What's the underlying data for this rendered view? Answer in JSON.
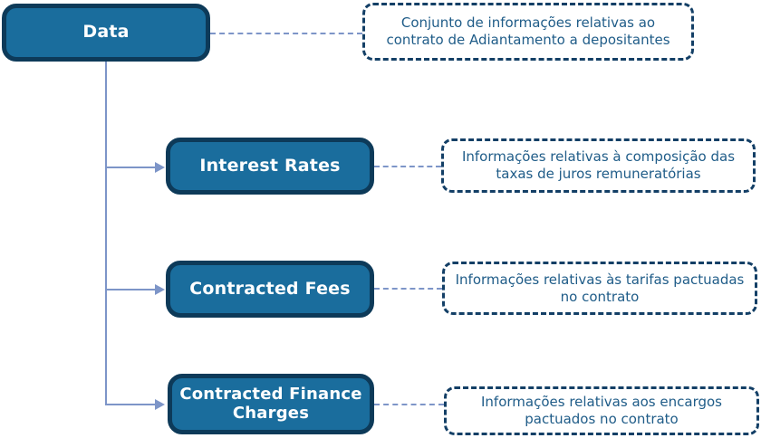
{
  "diagram": {
    "root": {
      "label": "Data",
      "note": "Conjunto de informações relativas ao contrato de Adiantamento a depositantes"
    },
    "children": [
      {
        "label": "Interest Rates",
        "note": "Informações relativas à composição das taxas de juros remuneratórias"
      },
      {
        "label": "Contracted Fees",
        "note": "Informações relativas às tarifas pactuadas no contrato"
      },
      {
        "label": "Contracted Finance Charges",
        "note": "Informações relativas aos encargos pactuados no contrato"
      }
    ],
    "colors": {
      "node_fill": "#1A6D9D",
      "node_border": "#0D3A59",
      "node_text": "#FFFFFF",
      "note_border": "#133F66",
      "note_text": "#1F5C88",
      "connector": "#7D95C8",
      "background": "#FFFFFF"
    }
  }
}
